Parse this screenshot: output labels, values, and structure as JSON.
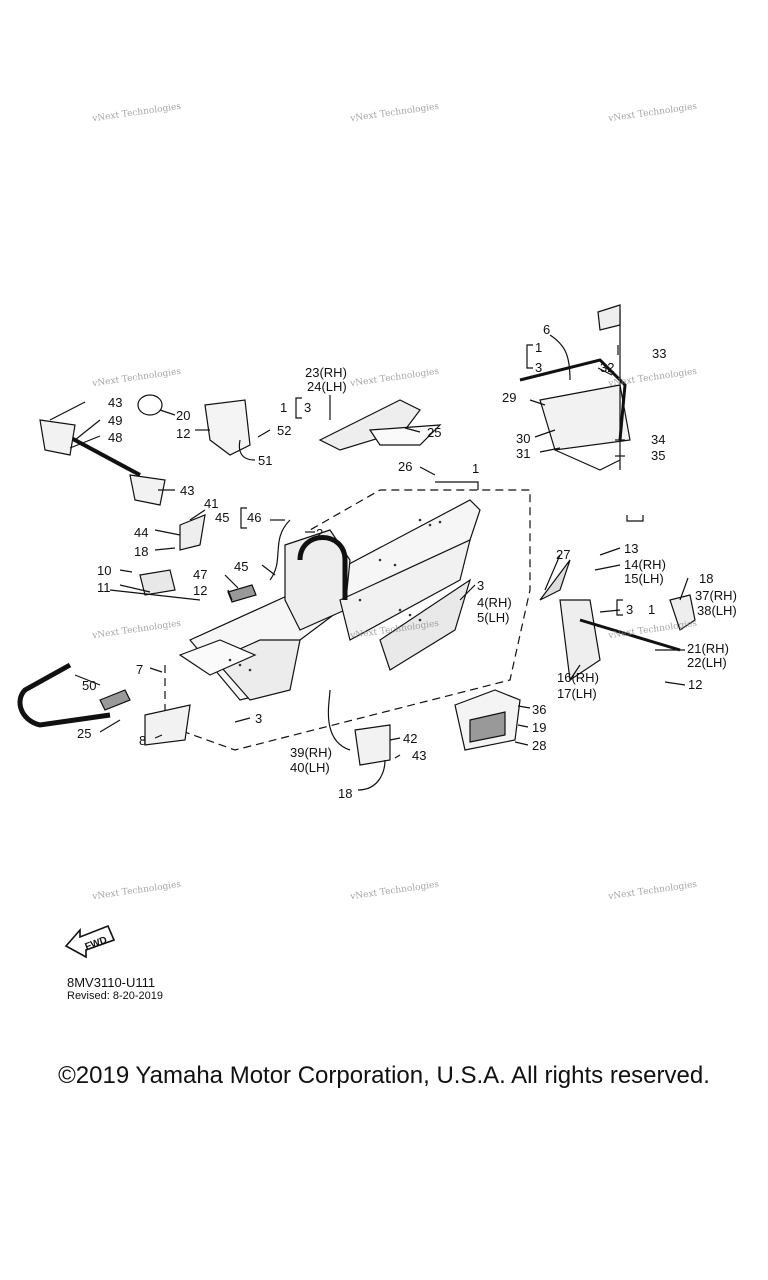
{
  "watermark": {
    "line1": "vNext Technologies",
    "line2": "vNext"
  },
  "callouts": [
    "43",
    "20",
    "49",
    "48",
    "43",
    "12",
    "52",
    "51",
    "23(RH)",
    "24(LH)",
    "1",
    "3",
    "25",
    "6",
    "1",
    "3",
    "32",
    "33",
    "29",
    "30",
    "31",
    "34",
    "35",
    "26",
    "1",
    "41",
    "44",
    "18",
    "45",
    "46",
    "2",
    "10",
    "11",
    "47",
    "12",
    "45",
    "27",
    "3",
    "4(RH)",
    "5(LH)",
    "13",
    "14(RH)",
    "15(LH)",
    "18",
    "37(RH)",
    "38(LH)",
    "3",
    "1",
    "21(RH)",
    "22(LH)",
    "16(RH)",
    "17(LH)",
    "12",
    "7",
    "50",
    "25",
    "8",
    "3",
    "36",
    "19",
    "28",
    "42",
    "43",
    "39(RH)",
    "40(LH)",
    "18"
  ],
  "fwd_label": "FWD",
  "diagram_code": "8MV3110-U111",
  "revised": "Revised: 8-20-2019",
  "copyright": "©2019 Yamaha Motor Corporation, U.S.A. All rights reserved."
}
